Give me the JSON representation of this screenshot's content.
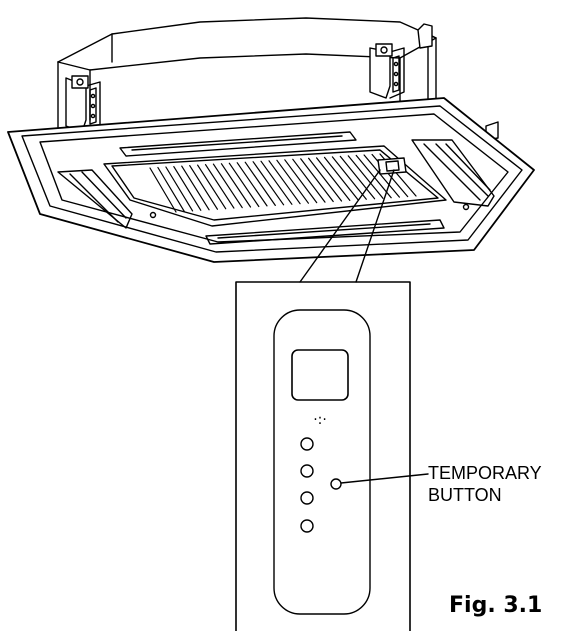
{
  "callout": {
    "line1": "TEMPORARY",
    "line2": "BUTTON"
  },
  "figure": {
    "caption": "Fig. 3.1"
  },
  "panel": {
    "round_button_count": 4,
    "indicator_glyph": "·:·"
  },
  "colors": {
    "ink": "#000000",
    "paper": "#ffffff"
  }
}
